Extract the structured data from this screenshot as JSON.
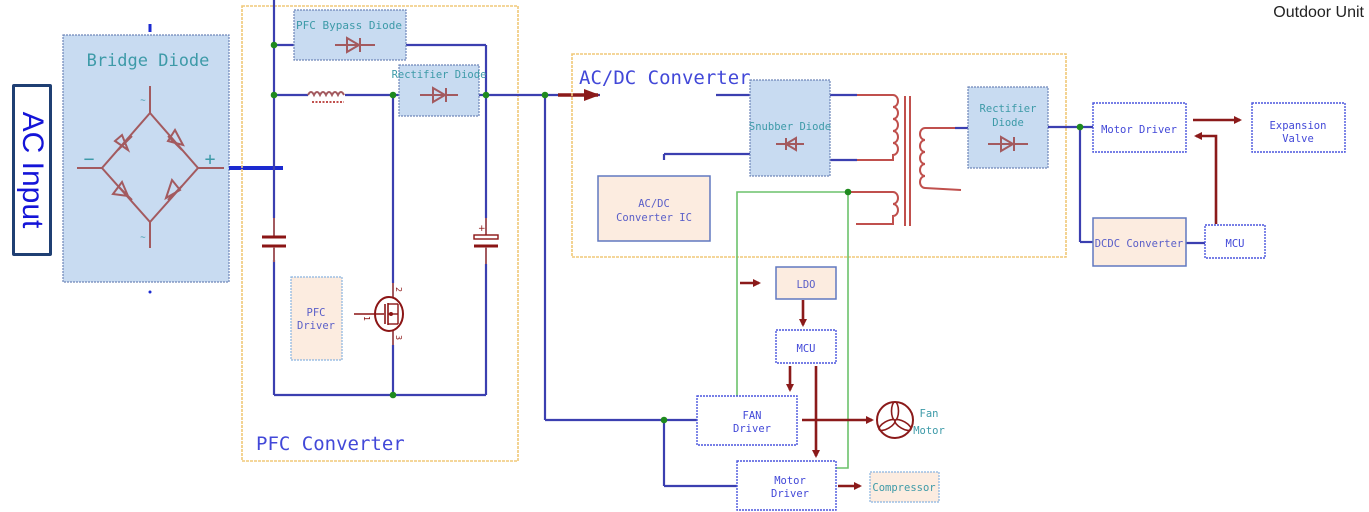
{
  "title": "Outdoor Unit",
  "ac_input": "AC Input",
  "bridge": {
    "title": "Bridge Diode",
    "minus": "−",
    "plus": "+",
    "tilde": "~"
  },
  "pfc": {
    "title": "PFC Converter",
    "bypass_diode": "PFC Bypass Diode",
    "rectifier_diode": "Rectifier Diode",
    "driver_line1": "PFC",
    "driver_line2": "Driver",
    "mosfet_pins": [
      "1",
      "2",
      "3"
    ],
    "cap_plus": "+"
  },
  "acdc": {
    "title": "AC/DC Converter",
    "snubber": "Snubber Diode",
    "ic_line1": "AC/DC",
    "ic_line2": "Converter IC",
    "rect_line1": "Rectifier",
    "rect_line2": "Diode"
  },
  "right": {
    "motor_driver": "Motor Driver",
    "expansion_line1": "Expansion",
    "expansion_line2": "Valve",
    "dcdc": "DCDC Converter",
    "mcu": "MCU"
  },
  "bottom": {
    "ldo": "LDO",
    "mcu": "MCU",
    "fan_driver_line1": "FAN",
    "fan_driver_line2": "Driver",
    "fan_motor_line1": "Fan",
    "fan_motor_line2": "Motor",
    "motor_driver_line1": "Motor",
    "motor_driver_line2": "Driver",
    "compressor": "Compressor"
  },
  "colors": {
    "wire": "#3b3fb0",
    "signal_arrow": "#8b1a1a",
    "aux_wire": "#6cc26c",
    "junction": "#1e8a1e",
    "frame": "#f0c878"
  }
}
